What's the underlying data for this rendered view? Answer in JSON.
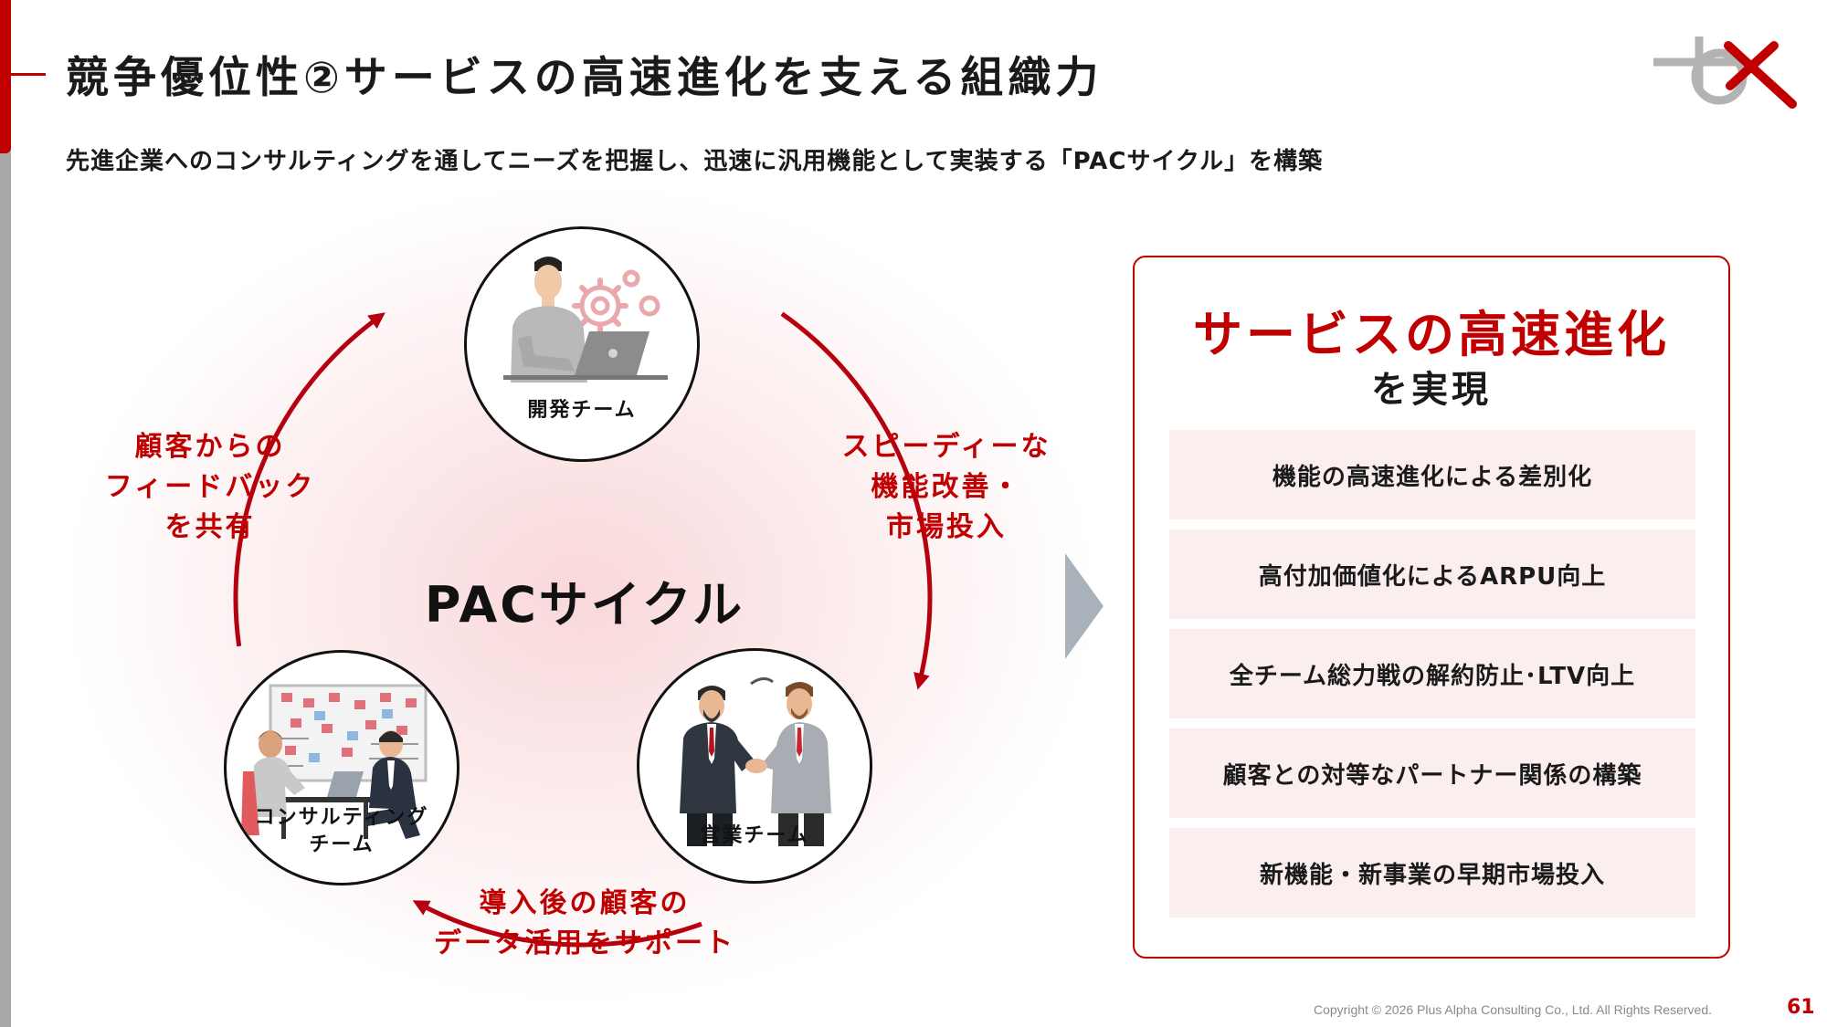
{
  "title": "競争優位性②サービスの高速進化を支える組織力",
  "subtitle": "先進企業へのコンサルティングを通してニーズを把握し、迅速に汎用機能として実装する「PACサイクル」を構築",
  "cycle": {
    "center_label": "PACサイクル",
    "nodes": {
      "development": {
        "label": "開発チーム"
      },
      "sales": {
        "label": "営業チーム"
      },
      "consulting": {
        "label_line1": "コンサルティング",
        "label_line2": "チーム"
      }
    },
    "flows": {
      "dev_to_sales": {
        "line1": "スピーディーな",
        "line2": "機能改善・",
        "line3": "市場投入"
      },
      "sales_to_consulting": {
        "line1": "導入後の顧客の",
        "line2": "データ活用をサポート"
      },
      "consulting_to_dev": {
        "line1": "顧客からの",
        "line2": "フィードバック",
        "line3": "を共有"
      }
    },
    "arrow_color": "#b50010"
  },
  "result_panel": {
    "title": "サービスの高速進化",
    "subtitle": "を実現",
    "items": [
      "機能の高速進化による差別化",
      "高付加価値化によるARPU向上",
      "全チーム総力戦の解約防止･LTV向上",
      "顧客との対等なパートナー関係の構築",
      "新機能・新事業の早期市場投入"
    ]
  },
  "footer": {
    "copyright": "Copyright © 2026 Plus Alpha Consulting Co., Ltd. All Rights Reserved.",
    "page_number": "61"
  },
  "colors": {
    "accent": "#c00000",
    "panel_item_background": "#fbeeee",
    "side_bar_gray": "#a8a8a8"
  }
}
